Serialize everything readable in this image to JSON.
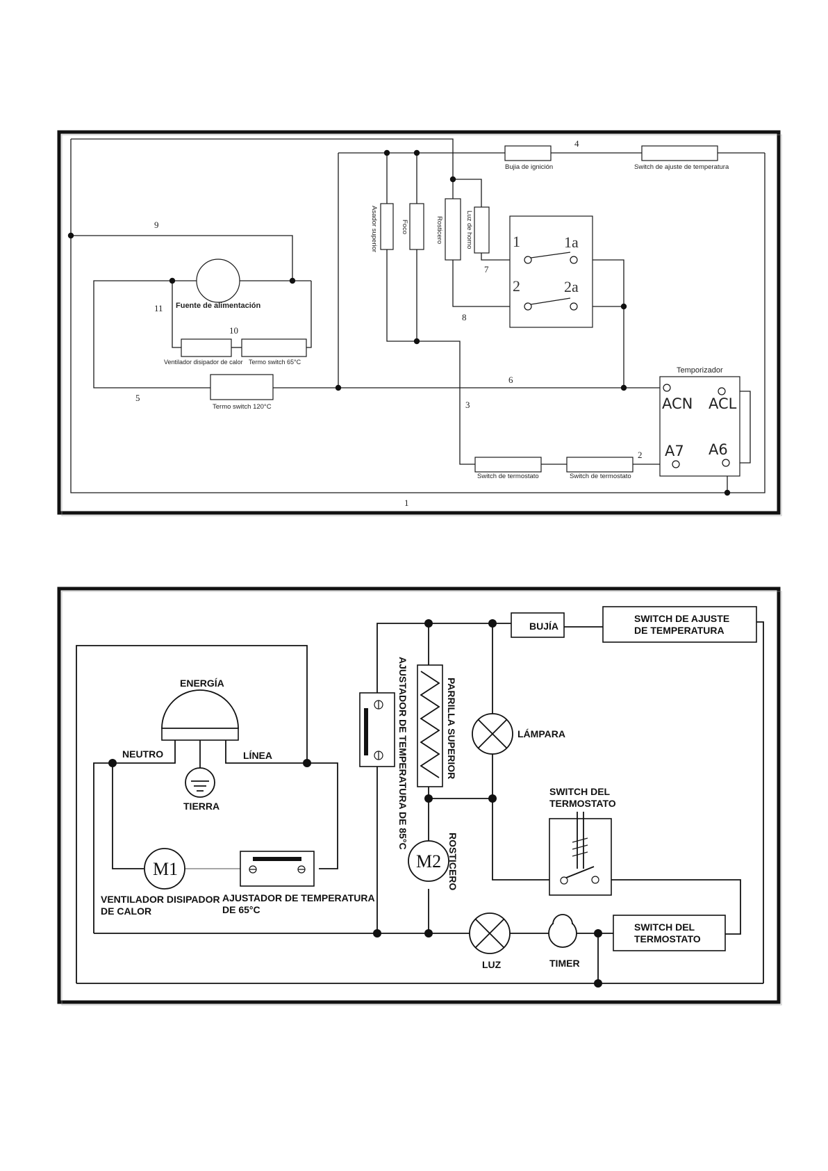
{
  "diagram_a": {
    "wire_numbers": {
      "n1": "1",
      "n2": "2",
      "n3": "3",
      "n4": "4",
      "n5": "5",
      "n6": "6",
      "n7": "7",
      "n8": "8",
      "n9": "9",
      "n10": "10",
      "n11": "11"
    },
    "labels": {
      "bujia": "Bujia de ignición",
      "switch_ajuste": "Switch de ajuste de temperatura",
      "asador": "Asador superior",
      "foco": "Foco",
      "rosticero": "Rosticero",
      "luz_horno": "Luz de horno",
      "fuente": "Fuente de alimentación",
      "ventilador": "Ventilador disipador de calor",
      "termo65": "Termo switch 65°C",
      "termo120": "Termo switch 120°C",
      "temporizador": "Temporizador",
      "switch_termostato_1": "Switch de termostato",
      "switch_termostato_2": "Switch de termostato"
    },
    "switch_terminals": {
      "t1": "1",
      "t1a": "1a",
      "t2": "2",
      "t2a": "2a"
    },
    "timer_terminals": {
      "acn": "ACN",
      "acl": "ACL",
      "a7": "A7",
      "a6": "A6"
    }
  },
  "diagram_b": {
    "labels": {
      "bujia": "BUJÍA",
      "switch_ajuste_1": "SWITCH DE AJUSTE",
      "switch_ajuste_2": "DE TEMPERATURA",
      "energia": "ENERGÍA",
      "neutro": "NEUTRO",
      "linea": "LÍNEA",
      "tierra": "TIERRA",
      "ventilador_1": "VENTILADOR DISIPADOR",
      "ventilador_2": "DE CALOR",
      "ajustador65_1": "AJUSTADOR DE TEMPERATURA",
      "ajustador65_2": "DE 65°C",
      "ajustador85": "AJUSTADOR DE TEMPERATURA DE 85°C",
      "parrilla": "PARRILLA SUPERIOR",
      "rosticero": "ROSTICERO",
      "lampara": "LÁMPARA",
      "switch_termostato_v1": "SWITCH DEL",
      "switch_termostato_v2": "TERMOSTATO",
      "switch_termostato_h1": "SWITCH DEL",
      "switch_termostato_h2": "TERMOSTATO",
      "luz": "LUZ",
      "timer": "TIMER"
    },
    "motors": {
      "m1": "M1",
      "m2": "M2"
    }
  }
}
